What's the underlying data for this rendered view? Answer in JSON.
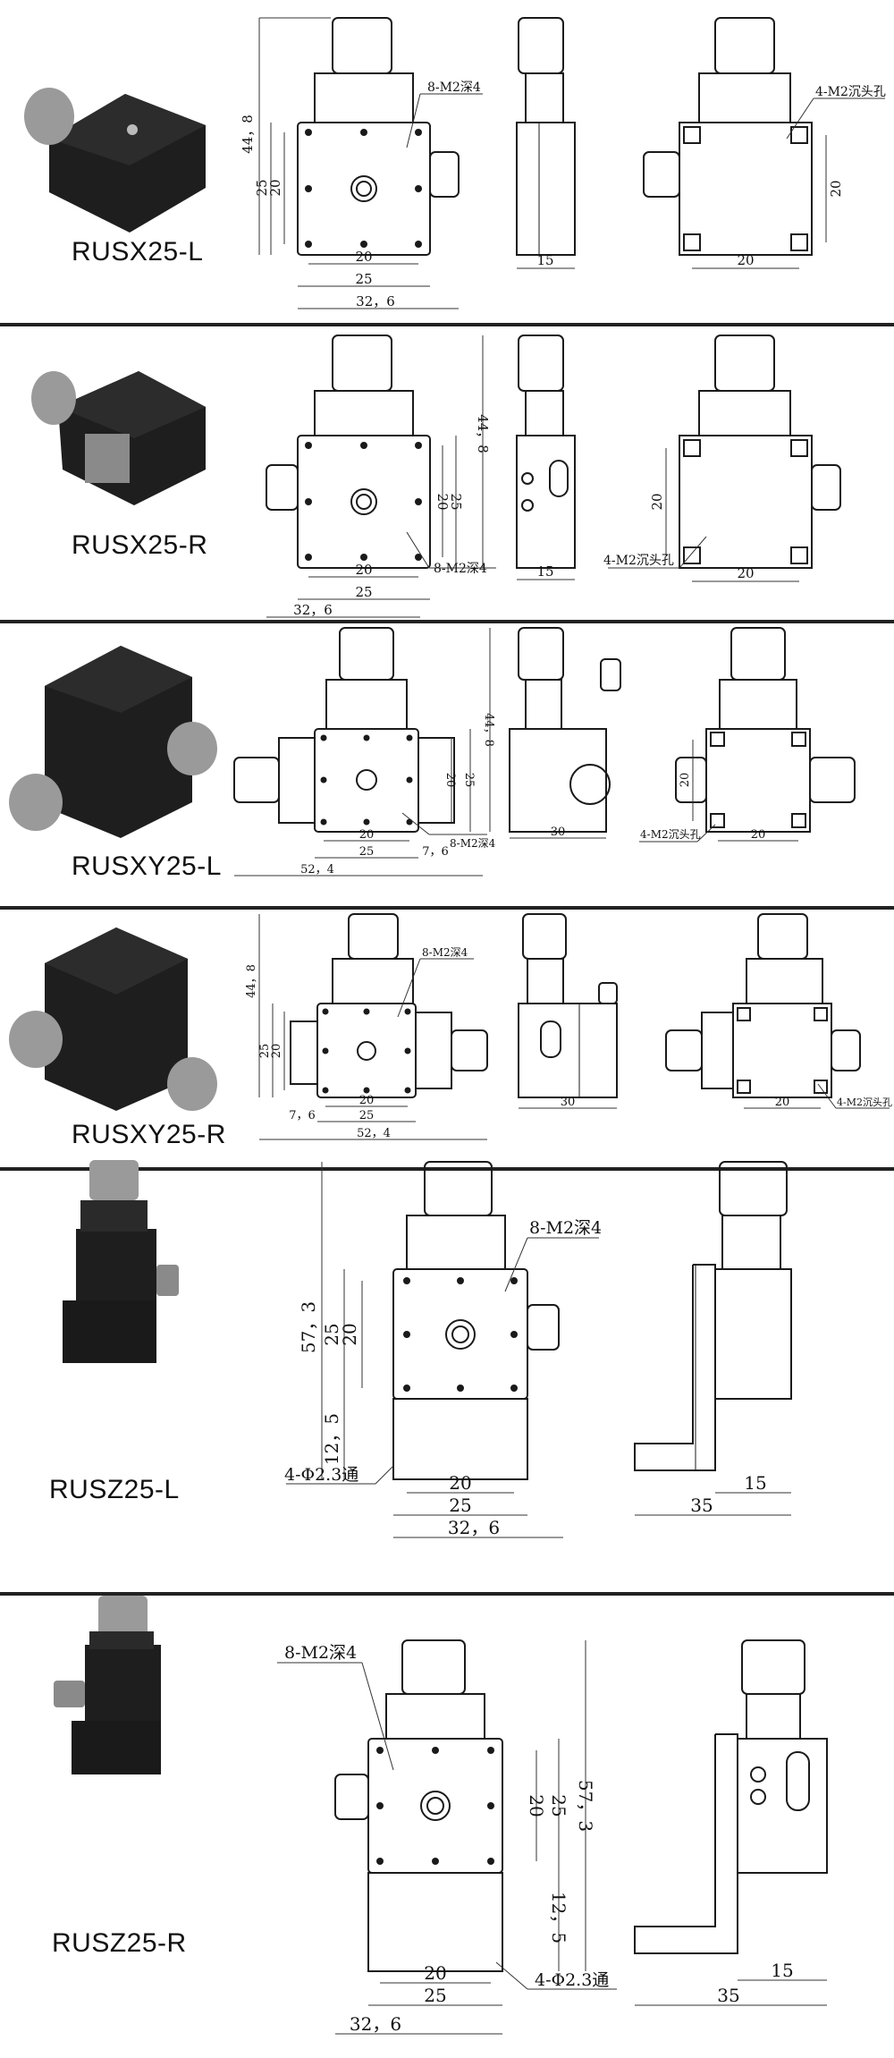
{
  "panels": [
    {
      "model": "RUSX25-L",
      "dims": {
        "h_total": "44，8",
        "h25": "25",
        "h20": "20",
        "w20": "20",
        "w25": "25",
        "w_total": "32，6",
        "side_w": "15",
        "back_w": "20",
        "back_h": "20"
      },
      "callouts": {
        "tap": "8-M2深4",
        "csk": "4-M2沉头孔"
      }
    },
    {
      "model": "RUSX25-R",
      "dims": {
        "h_total": "44，8",
        "h25": "25",
        "h20": "20",
        "w20": "20",
        "w25": "25",
        "w_total": "32，6",
        "side_w": "15",
        "back_w": "20",
        "back_h": "20"
      },
      "callouts": {
        "tap": "8-M2深4",
        "csk": "4-M2沉头孔"
      }
    },
    {
      "model": "RUSXY25-L",
      "dims": {
        "h_total": "44，8",
        "h25": "25",
        "h20": "20",
        "w20": "20",
        "w25": "25",
        "w_total": "52，4",
        "offset": "7，6",
        "side_w": "30",
        "back_w": "20",
        "back_h": "20"
      },
      "callouts": {
        "tap": "8-M2深4",
        "csk": "4-M2沉头孔"
      }
    },
    {
      "model": "RUSXY25-R",
      "dims": {
        "h_total": "44，8",
        "h25": "25",
        "h20": "20",
        "w20": "20",
        "w25": "25",
        "w_total": "52，4",
        "offset": "7，6",
        "side_w": "30",
        "back_w": "20"
      },
      "callouts": {
        "tap": "8-M2深4",
        "csk": "4-M2沉头孔"
      }
    },
    {
      "model": "RUSZ25-L",
      "dims": {
        "h_total": "57，3",
        "h25": "25",
        "h20": "20",
        "h12": "12，5",
        "w20": "20",
        "w25": "25",
        "w_total": "32，6",
        "side_w": "15",
        "side_total": "35"
      },
      "callouts": {
        "tap": "8-M2深4",
        "thru": "4-Φ2.3通"
      }
    },
    {
      "model": "RUSZ25-R",
      "dims": {
        "h_total": "57，3",
        "h25": "25",
        "h20": "20",
        "h12": "12，5",
        "w20": "20",
        "w25": "25",
        "w_total": "32，6",
        "side_w": "15",
        "side_total": "35"
      },
      "callouts": {
        "tap": "8-M2深4",
        "thru": "4-Φ2.3通"
      }
    }
  ],
  "colors": {
    "outline": "#1a1a1a",
    "photo_body": "#1e1e1e",
    "knob": "#9a9a9a",
    "separator": "#222222",
    "line": "#333333"
  }
}
